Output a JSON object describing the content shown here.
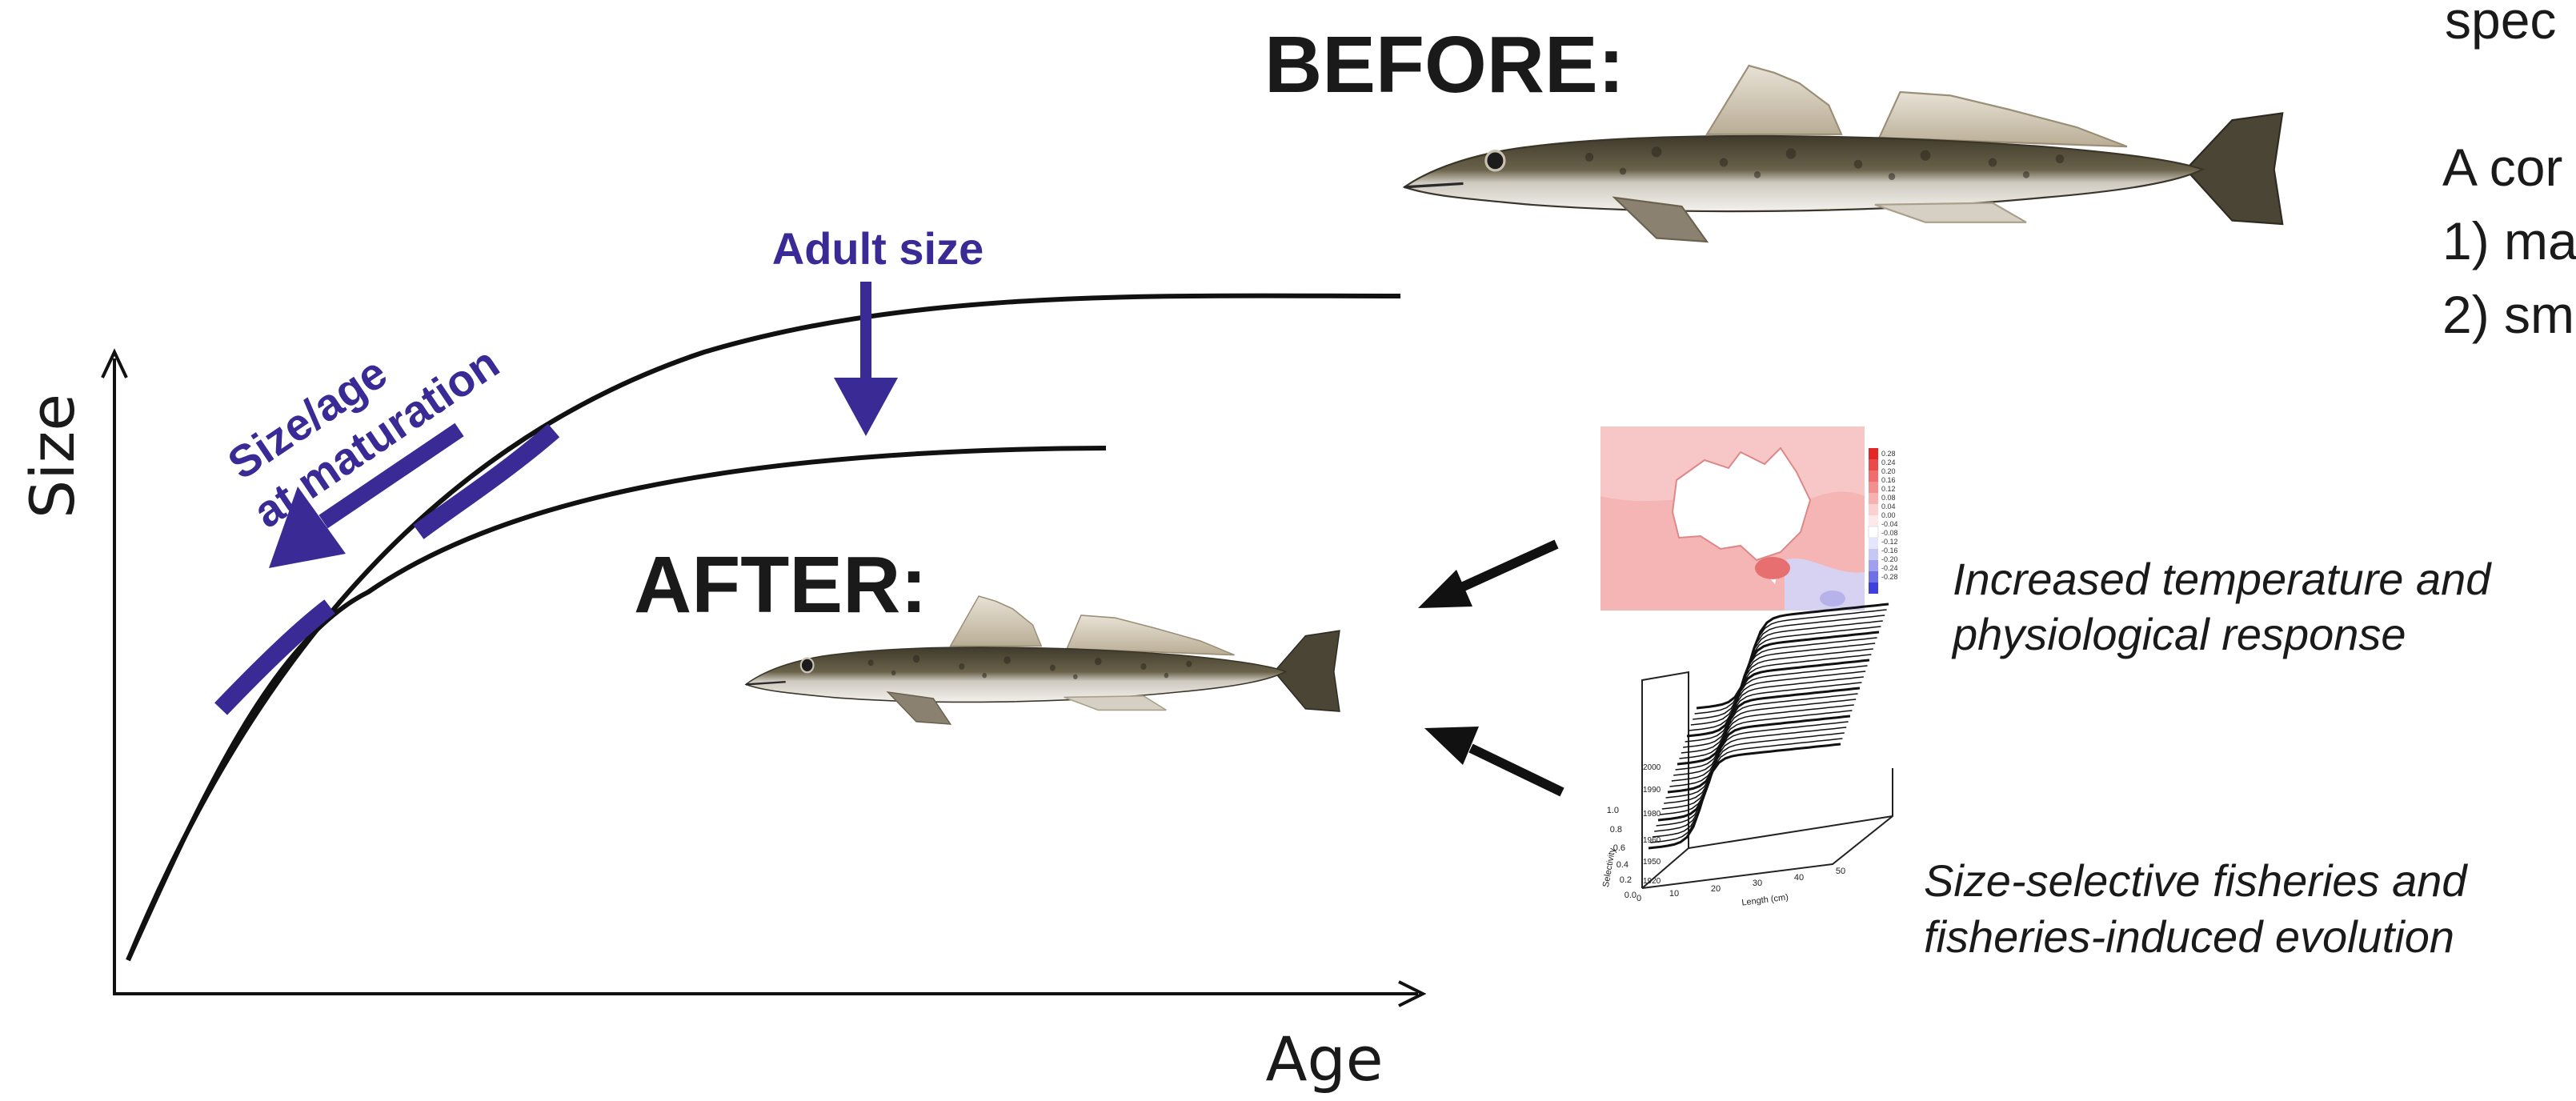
{
  "slide": {
    "before_label": "BEFORE:",
    "after_label": "AFTER:",
    "adult_size_label": "Adult size",
    "maturation_label_line1": "Size/age",
    "maturation_label_line2": "at maturation",
    "axis_y_label": "Size",
    "axis_x_label": "Age",
    "cause1_line1": "Increased temperature and",
    "cause1_line2": "physiological response",
    "cause2_line1": "Size-selective fisheries and",
    "cause2_line2": "fisheries-induced evolution",
    "cropped_text": [
      "spec",
      "A cor",
      "1) ma",
      "2) sm"
    ]
  },
  "colors": {
    "accent": "#3a2a96",
    "curve": "#111111",
    "text": "#1a1a1a",
    "map_warm": "#f4a7a7",
    "map_cool": "#c9c9f2"
  },
  "thumbnail_map": {
    "legend_values": [
      "0.28",
      "0.24",
      "0.20",
      "0.16",
      "0.12",
      "0.08",
      "0.04",
      "0.00",
      "-0.04",
      "-0.08",
      "-0.12",
      "-0.16",
      "-0.20",
      "-0.24",
      "-0.28"
    ]
  },
  "thumbnail_plot": {
    "z_ticks": [
      "1.0",
      "0.8",
      "0.6",
      "0.4",
      "0.2",
      "0.0"
    ],
    "z_label": "Selectivity",
    "x_ticks": [
      "0",
      "10",
      "20",
      "30",
      "40",
      "50"
    ],
    "x_label": "Length (cm)",
    "y_ticks": [
      "2000",
      "1990",
      "1980",
      "1960",
      "1950",
      "1920"
    ]
  },
  "icons": [
    "fish-before-icon",
    "fish-after-icon",
    "down-arrow-icon",
    "left-arrow-icon",
    "cause-arrow-icon"
  ]
}
